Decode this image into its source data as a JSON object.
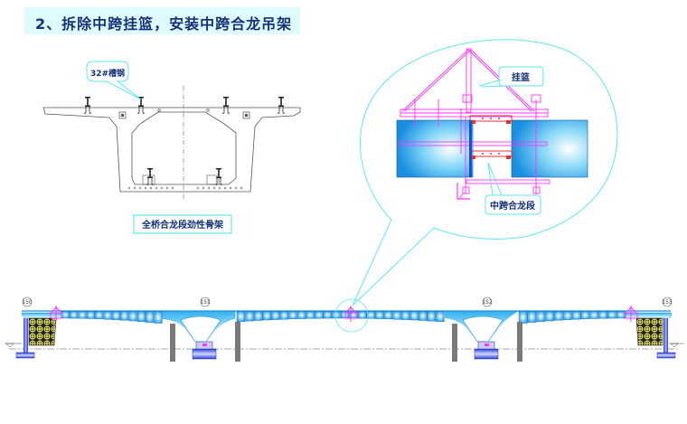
{
  "title": "2、拆除中跨挂篮，安装中跨合龙吊架",
  "section_drawing": {
    "channel_steel_label": "32#槽钢",
    "caption": "全桥合龙段劲性骨架"
  },
  "detail_callout": {
    "hanging_basket_label": "挂篮",
    "closure_segment_label": "中跨合龙段"
  },
  "elevation": {
    "pier_labels": [
      "150",
      "151",
      "152",
      "153"
    ]
  },
  "colors": {
    "title_bg": "#dffbfd",
    "title_text": "#14327a",
    "callout_line": "#5ce8ee",
    "formwork": "#ff33ff",
    "concrete": "#1aa8ec",
    "closure_block": "#e53030",
    "pier_gray": "#7a7a7a",
    "bearing_blue": "#2a3fd8"
  }
}
